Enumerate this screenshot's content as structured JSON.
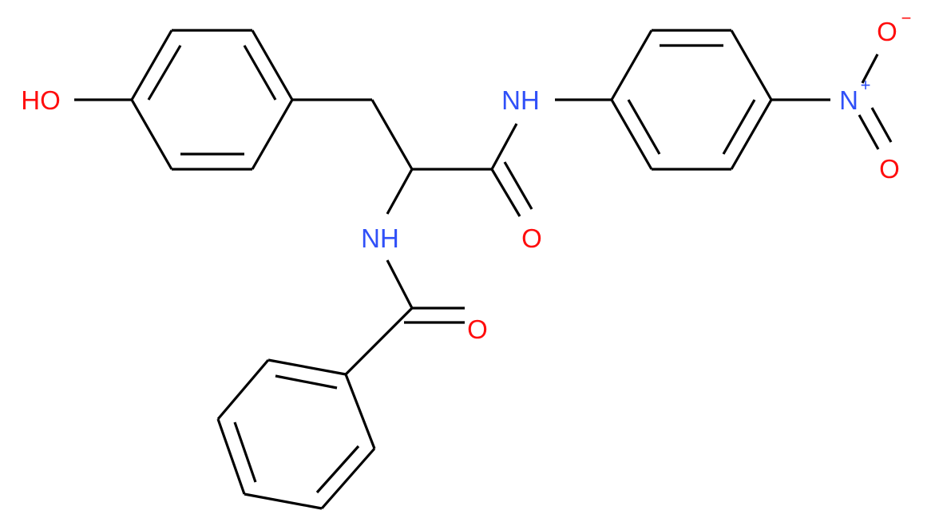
{
  "molecule": {
    "atom_labels": {
      "hydroxyl": "HO",
      "amide_nh_top": "NH",
      "amide_nh_left": "NH",
      "amide_o_right": "O",
      "amide_o_left": "O",
      "nitro_n": "N",
      "nitro_n_charge": "+",
      "nitro_o_top": "O",
      "nitro_o_top_charge": "−",
      "nitro_o_bottom": "O"
    },
    "colors": {
      "bond": "#000000",
      "oxygen": "#ff0d0d",
      "nitrogen": "#3050f8"
    }
  }
}
